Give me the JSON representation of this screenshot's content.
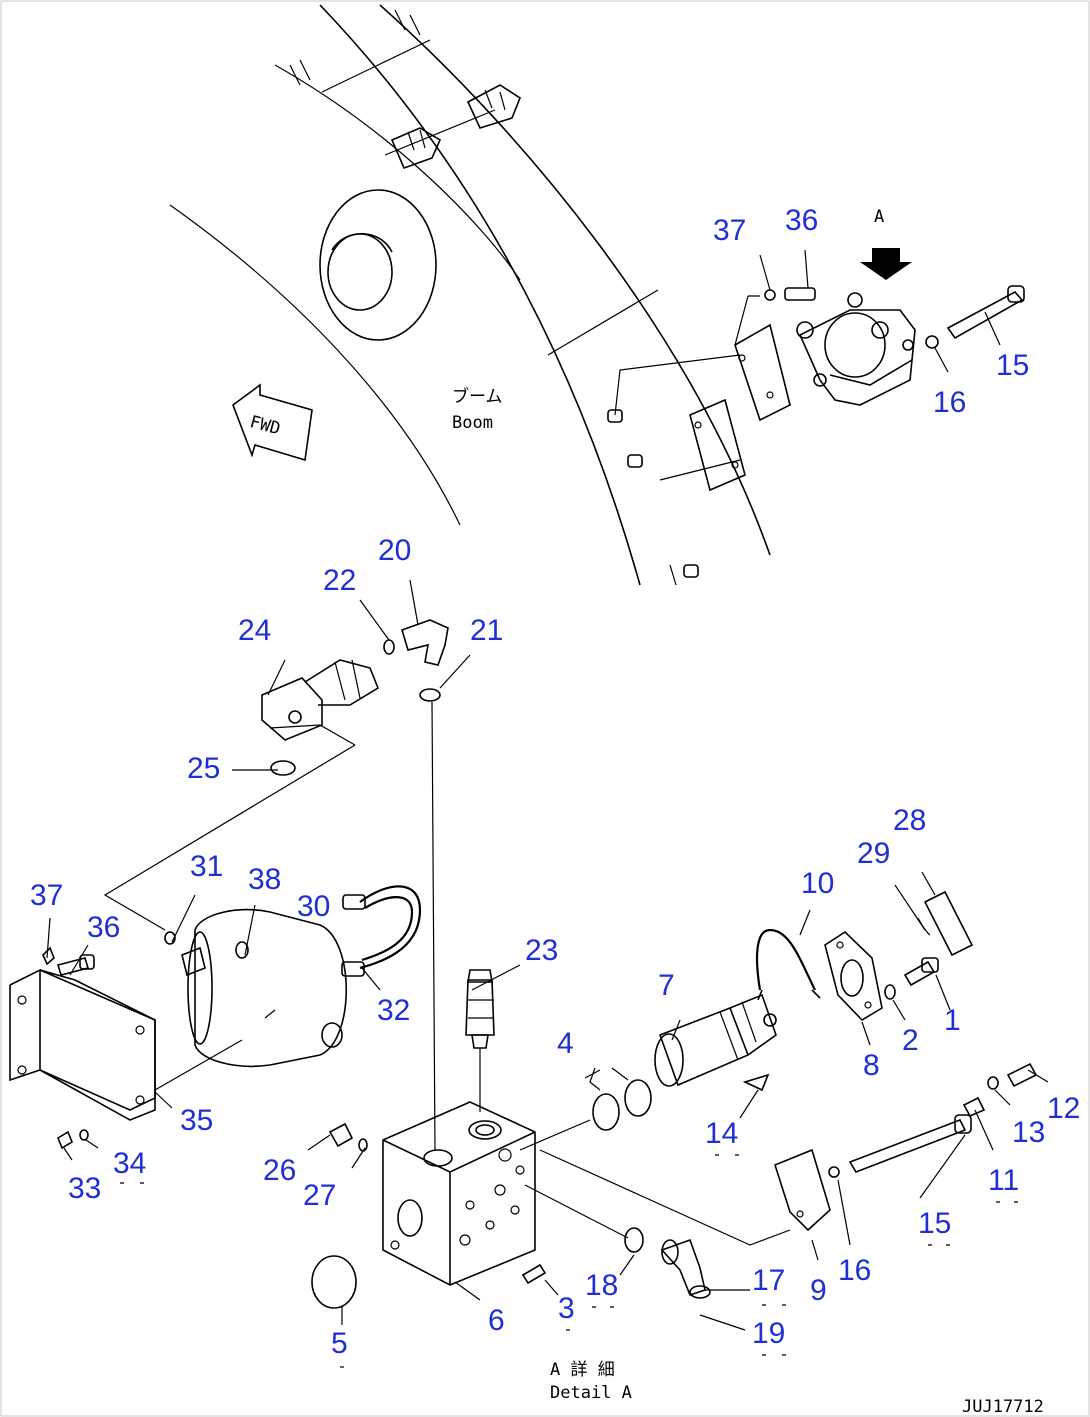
{
  "diagram": {
    "code": "JUJ17712",
    "boom_label_jp": "ブーム",
    "boom_label_en": "Boom",
    "fwd_label": "FWD",
    "view_letter": "A",
    "detail_label_jp": "A 詳 細",
    "detail_label_en": "Detail A"
  },
  "callouts": [
    "37",
    "36",
    "15",
    "16",
    "20",
    "22",
    "21",
    "24",
    "25",
    "31",
    "38",
    "30",
    "37",
    "36",
    "32",
    "35",
    "33",
    "34",
    "23",
    "26",
    "27",
    "5",
    "6",
    "3",
    "18",
    "4",
    "7",
    "14",
    "17",
    "19",
    "10",
    "29",
    "28",
    "8",
    "2",
    "1",
    "9",
    "16",
    "15",
    "11",
    "13",
    "12"
  ]
}
